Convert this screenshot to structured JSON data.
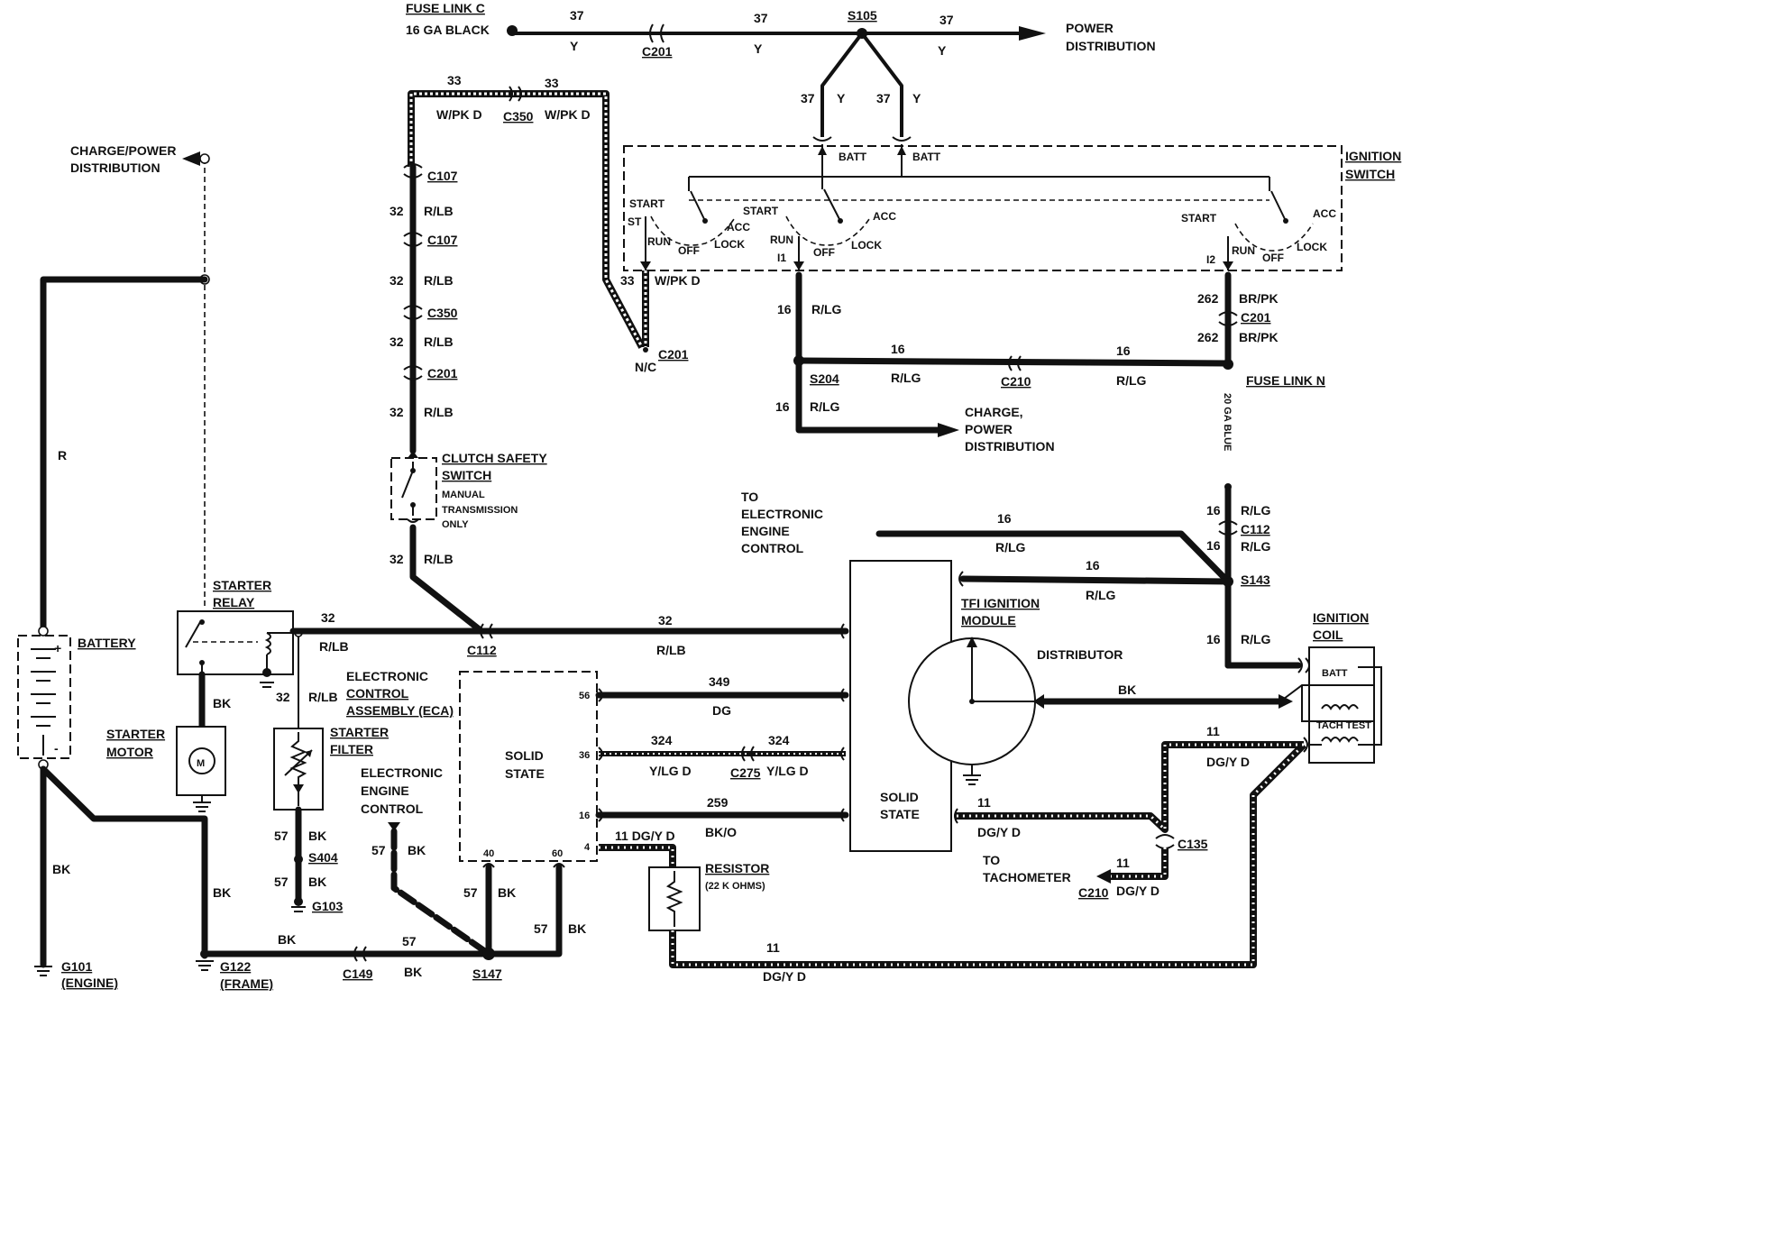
{
  "fuse_link_c": {
    "name": "FUSE LINK C",
    "gauge": "16 GA BLACK"
  },
  "top_feed": {
    "c1": "37",
    "c2": "37",
    "c3": "37",
    "col1": "Y",
    "col2": "Y",
    "col3": "Y",
    "conn": "C201",
    "splice": "S105",
    "dest1": "POWER",
    "dest2": "DISTRIBUTION"
  },
  "batt_feeds": {
    "c1": "37",
    "col1": "Y",
    "c2": "37",
    "col2": "Y",
    "batt1": "BATT",
    "batt2": "BATT"
  },
  "ignition_switch": {
    "label1": "IGNITION",
    "label2": "SWITCH",
    "left": {
      "start": "START",
      "st": "ST",
      "run": "RUN",
      "off": "OFF",
      "acc": "ACC",
      "lock": "LOCK"
    },
    "mid": {
      "start": "START",
      "run": "RUN",
      "off": "OFF",
      "acc": "ACC",
      "lock": "LOCK",
      "term": "I1"
    },
    "right": {
      "start": "START",
      "run": "RUN",
      "off": "OFF",
      "acc": "ACC",
      "lock": "LOCK",
      "term": "I2"
    }
  },
  "wpk_loop": {
    "c1": "33",
    "col1": "W/PK D",
    "conn": "C350",
    "c2": "33",
    "col2": "W/PK D",
    "c3": "33",
    "col3": "W/PK D",
    "nc": "N/C",
    "nc_conn": "C201"
  },
  "charge_power_left": {
    "line1": "CHARGE/POWER",
    "line2": "DISTRIBUTION"
  },
  "rlb_chain": {
    "circuit": "32",
    "color": "R/LB",
    "conns": [
      "C107",
      "C107",
      "C350",
      "C201"
    ]
  },
  "clutch_switch": {
    "line1": "CLUTCH SAFETY",
    "line2": "SWITCH",
    "line3": "MANUAL",
    "line4": "TRANSMISSION",
    "line5": "ONLY"
  },
  "rlg_feed": {
    "c1": "16",
    "col1": "R/LG",
    "splice": "S204",
    "c2": "16",
    "col2": "R/LG",
    "conn": "C210",
    "c3": "16",
    "col3": "R/LG",
    "c4": "16",
    "col4": "R/LG"
  },
  "charge_power_right": {
    "line1": "CHARGE,",
    "line2": "POWER",
    "line3": "DISTRIBUTION"
  },
  "brpk": {
    "c1": "262",
    "col1": "BR/PK",
    "conn": "C201",
    "c2": "262",
    "col2": "BR/PK",
    "fuse": "FUSE LINK N",
    "gauge": "20 GA BLUE"
  },
  "right_rlg": {
    "c1": "16",
    "col1": "R/LG",
    "conn": "C112",
    "c2": "16",
    "col2": "R/LG",
    "splice": "S143",
    "c3": "16",
    "col3": "R/LG"
  },
  "to_eec": {
    "line1": "TO",
    "line2": "ELECTRONIC",
    "line3": "ENGINE",
    "line4": "CONTROL",
    "c1": "16",
    "col1": "R/LG",
    "c2": "16",
    "col2": "R/LG"
  },
  "battery": {
    "label": "BATTERY",
    "plus": "+",
    "minus": "-",
    "wire": "R",
    "gnd_wire": "BK",
    "ground": "G101",
    "ground_sub": "(ENGINE)"
  },
  "starter_relay": {
    "line1": "STARTER",
    "line2": "RELAY",
    "wire": "BK",
    "c32": "32",
    "col32": "R/LB"
  },
  "starter_motor": {
    "line1": "STARTER",
    "line2": "MOTOR",
    "symbol": "M"
  },
  "starter_filter": {
    "line1": "STARTER",
    "line2": "FILTER",
    "c1": "57",
    "col1": "BK",
    "splice": "S404",
    "c2": "57",
    "col2": "BK",
    "ground": "G103"
  },
  "rlb_main": {
    "c1": "32",
    "col1": "R/LB",
    "conn": "C112",
    "c2": "32",
    "col2": "R/LB"
  },
  "eca": {
    "line1": "ELECTRONIC",
    "line2": "CONTROL",
    "line3": "ASSEMBLY (ECA)",
    "body1": "SOLID",
    "body2": "STATE",
    "pin56": "56",
    "pin36": "36",
    "pin16": "16",
    "pin4": "4",
    "pin40": "40",
    "pin60": "60"
  },
  "eec_ground": {
    "line1": "ELECTRONIC",
    "line2": "ENGINE",
    "line3": "CONTROL",
    "c": "57",
    "col": "BK"
  },
  "eca_wires": {
    "c349": "349",
    "col349": "DG",
    "c324a": "324",
    "col324a": "Y/LG D",
    "conn": "C275",
    "c324b": "324",
    "col324b": "Y/LG D",
    "c259": "259",
    "col259": "BK/O",
    "c11": "11 DG/Y D"
  },
  "grounds": {
    "g122": "G122",
    "g122_sub": "(FRAME)",
    "bk1": "BK",
    "c57": "57",
    "conn": "C149",
    "bk2": "BK",
    "splice": "S147",
    "c57b": "57",
    "bk3": "BK",
    "c57c": "57",
    "bk4": "BK",
    "bk_left": "BK"
  },
  "resistor": {
    "line1": "RESISTOR",
    "line2": "(22 K OHMS)",
    "c": "11",
    "col": "DG/Y D"
  },
  "tfi": {
    "line1": "TFI IGNITION",
    "line2": "MODULE",
    "body1": "SOLID",
    "body2": "STATE",
    "c11": "11",
    "col11": "DG/Y D"
  },
  "distributor": {
    "label": "DISTRIBUTOR",
    "wire": "BK"
  },
  "ignition_coil": {
    "line1": "IGNITION",
    "line2": "COIL",
    "batt": "BATT",
    "tach": "TACH TEST",
    "c": "11",
    "col": "DG/Y D"
  },
  "tach": {
    "line1": "TO",
    "line2": "TACHOMETER",
    "conn": "C135",
    "c": "11",
    "col": "DG/Y D",
    "conn2": "C210"
  }
}
